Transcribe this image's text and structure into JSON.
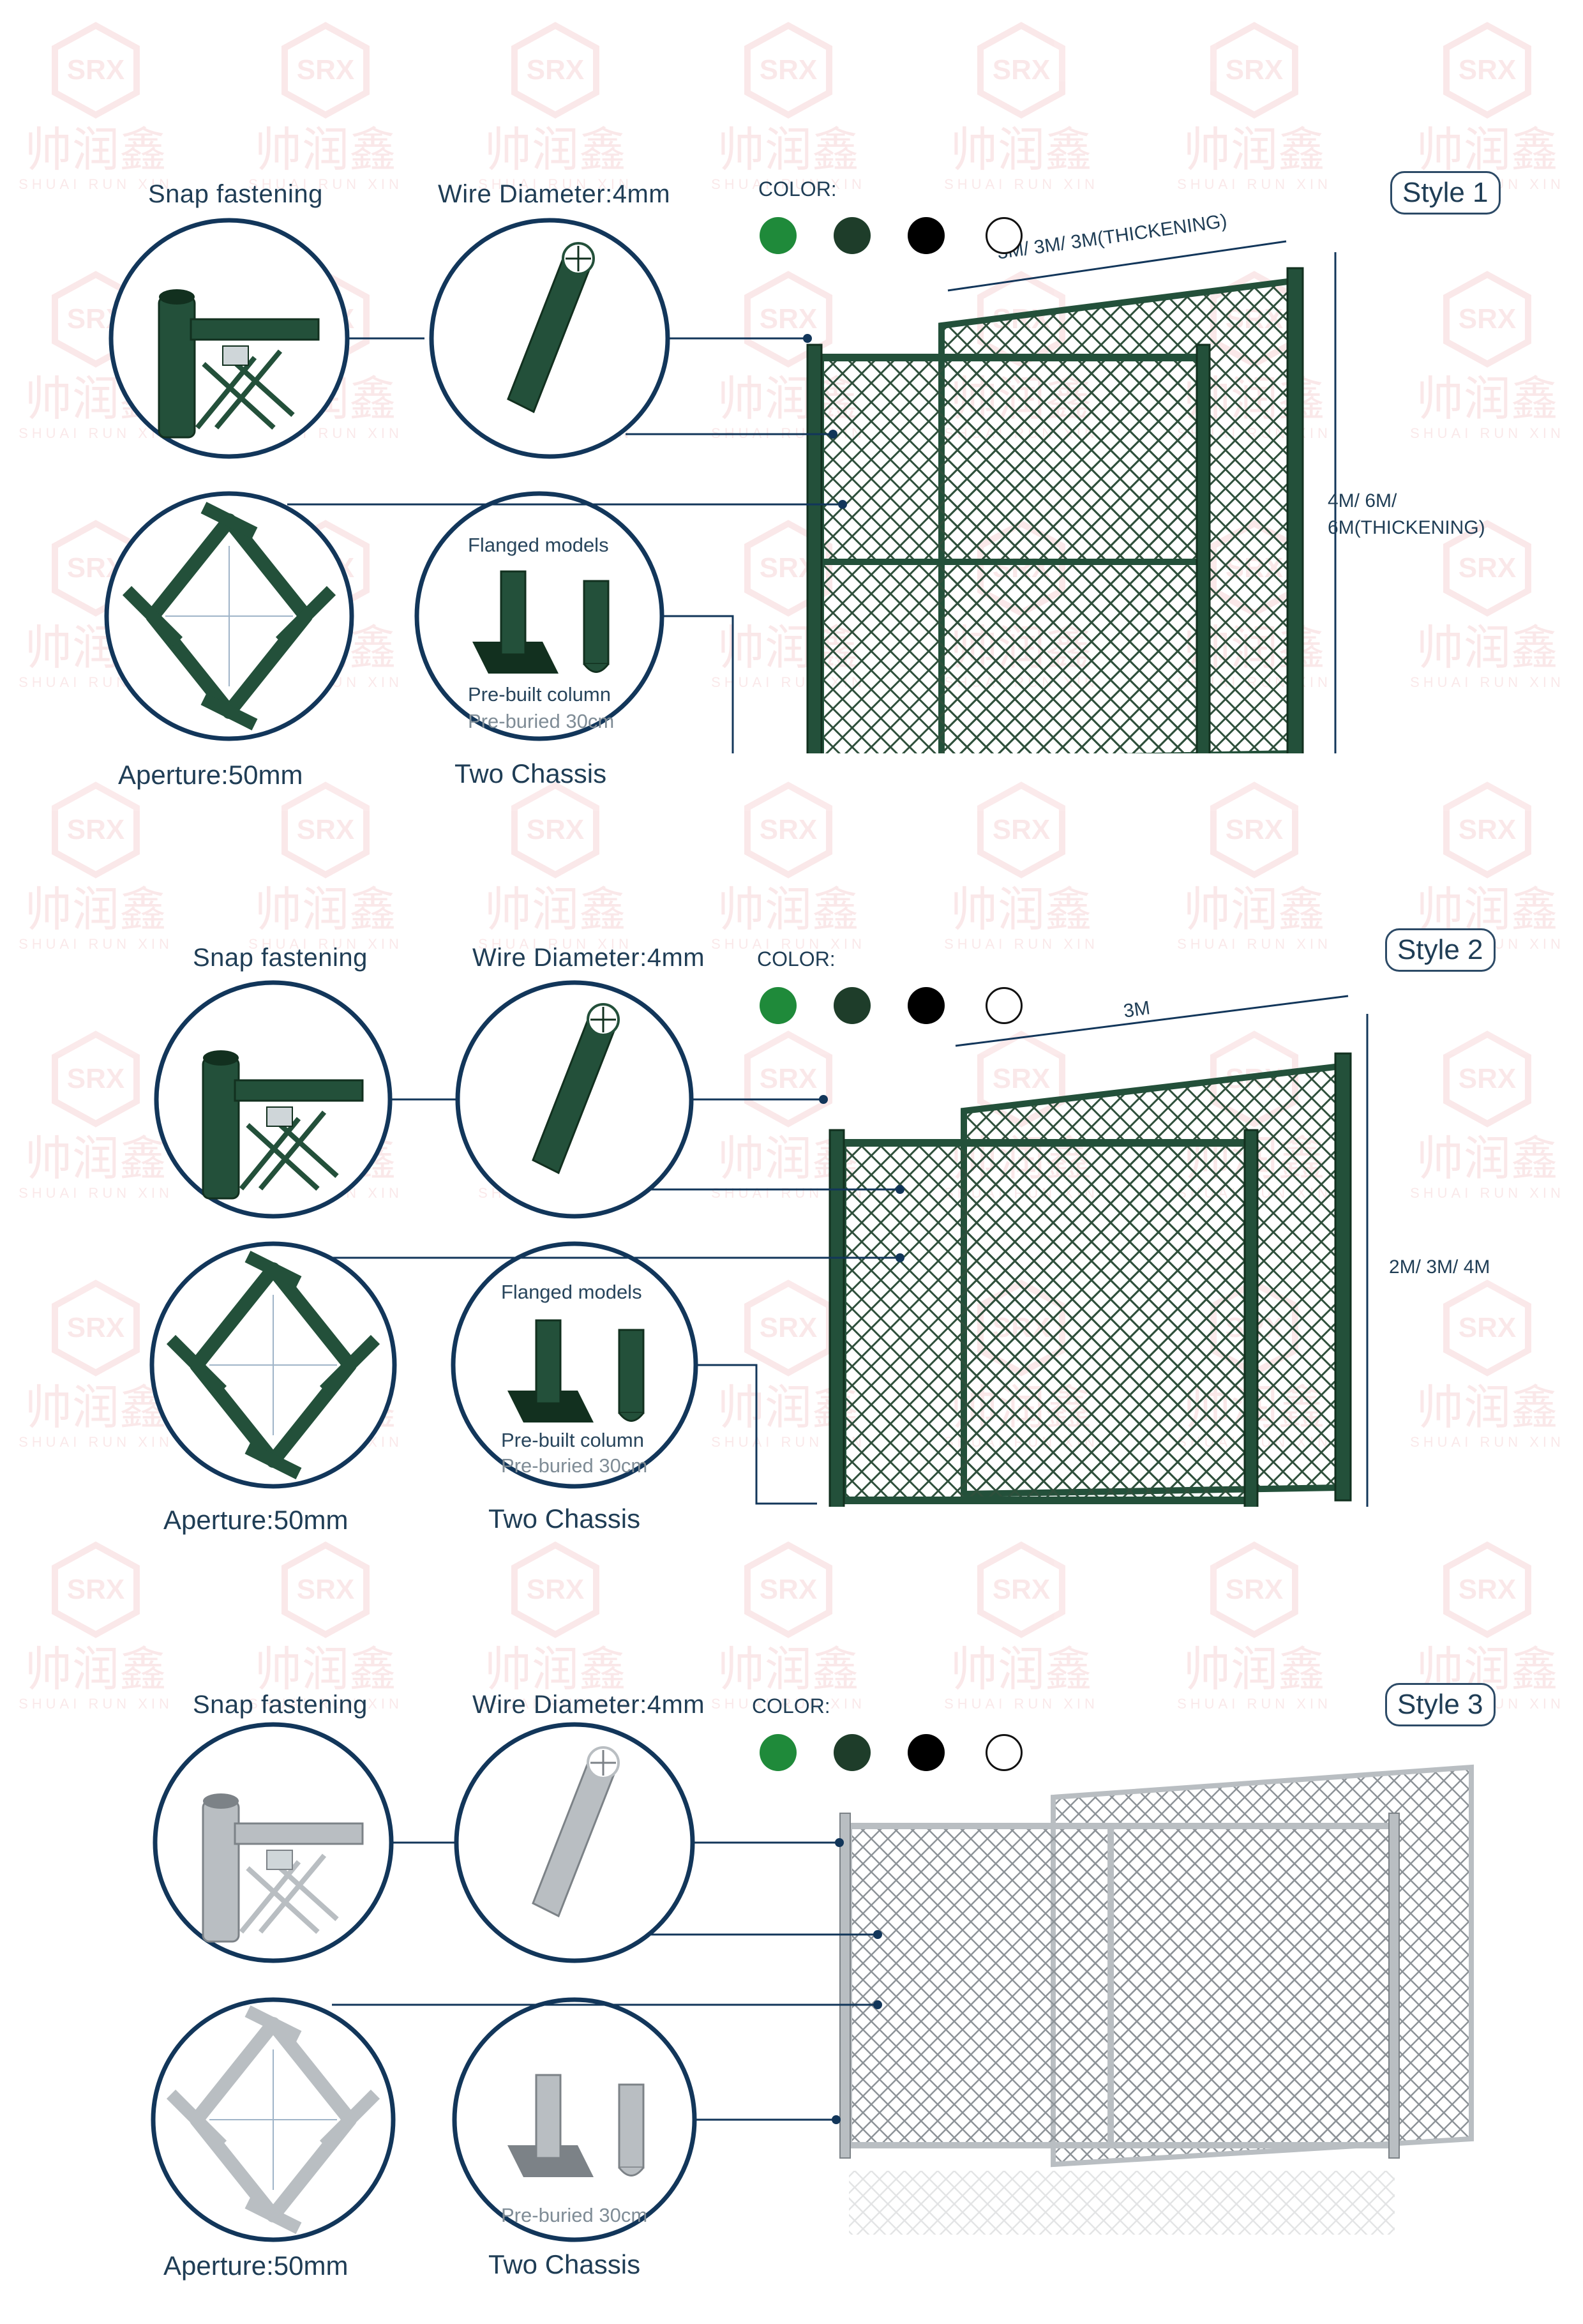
{
  "watermark": {
    "brand": "帅润鑫",
    "brand_pinyin": "SHUAI RUN XIN",
    "logo_text": "SRX"
  },
  "sections": [
    {
      "style_label": "Style 1",
      "snap_label": "Snap fastening",
      "wire_label": "Wire Diameter:4mm",
      "aperture_label": "Aperture:50mm",
      "chassis_label": "Two Chassis",
      "flanged_label": "Flanged models",
      "prebuilt_label": "Pre-built column",
      "preburied_label": "Pre-buried 30cm",
      "color_title": "COLOR:",
      "width_dim": "3M/ 3M/ 3M(THICKENING)",
      "height_dim_1": "4M/ 6M/",
      "height_dim_2": "6M(THICKENING)",
      "colors": [
        "#1f8a3a",
        "#1e3d2a",
        "#000000",
        "#ffffff"
      ],
      "finish": "green"
    },
    {
      "style_label": "Style 2",
      "snap_label": "Snap fastening",
      "wire_label": "Wire Diameter:4mm",
      "aperture_label": "Aperture:50mm",
      "chassis_label": "Two Chassis",
      "flanged_label": "Flanged models",
      "prebuilt_label": "Pre-built column",
      "preburied_label": "Pre-buried 30cm",
      "color_title": "COLOR:",
      "width_dim": "3M",
      "height_dim": "2M/ 3M/ 4M",
      "colors": [
        "#1f8a3a",
        "#1e3d2a",
        "#000000",
        "#ffffff"
      ],
      "finish": "green"
    },
    {
      "style_label": "Style 3",
      "snap_label": "Snap fastening",
      "wire_label": "Wire Diameter:4mm",
      "aperture_label": "Aperture:50mm",
      "chassis_label": "Two Chassis",
      "preburied_label": "Pre-buried 30cm",
      "color_title": "COLOR:",
      "colors": [
        "#1f8a3a",
        "#1e3d2a",
        "#000000",
        "#ffffff"
      ],
      "finish": "galvanized"
    }
  ]
}
